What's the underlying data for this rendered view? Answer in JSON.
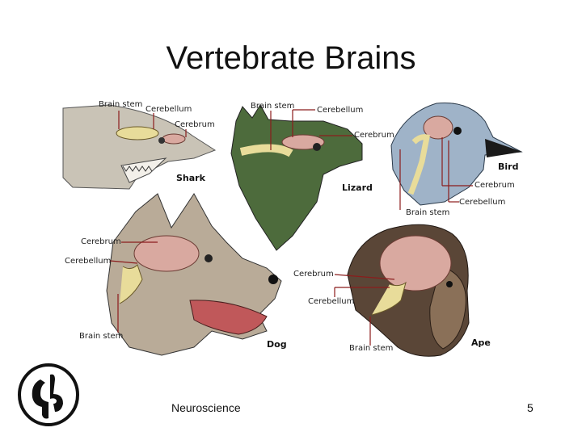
{
  "slide": {
    "title": "Vertebrate Brains",
    "footer_text": "Neuroscience",
    "page_number": "5"
  },
  "labels": {
    "shark": {
      "name": "Shark",
      "brain_stem": "Brain stem",
      "cerebellum": "Cerebellum",
      "cerebrum": "Cerebrum"
    },
    "lizard": {
      "name": "Lizard",
      "brain_stem": "Brain stem",
      "cerebellum": "Cerebellum",
      "cerebrum": "Cerebrum"
    },
    "bird": {
      "name": "Bird",
      "brain_stem": "Brain stem",
      "cerebellum": "Cerebellum",
      "cerebrum": "Cerebrum"
    },
    "dog": {
      "name": "Dog",
      "brain_stem": "Brain stem",
      "cerebellum": "Cerebellum",
      "cerebrum": "Cerebrum"
    },
    "ape": {
      "name": "Ape",
      "brain_stem": "Brain stem",
      "cerebellum": "Cerebellum",
      "cerebrum": "Cerebrum"
    }
  },
  "colors": {
    "brain": "#d9a9a0",
    "stem": "#e8dc9a",
    "shark_skin": "#c9c3b6",
    "lizard_skin": "#4d6b3c",
    "bird_feathers": "#9fb3c8",
    "dog_fur": "#b9ab98",
    "ape_fur": "#5a4637"
  }
}
